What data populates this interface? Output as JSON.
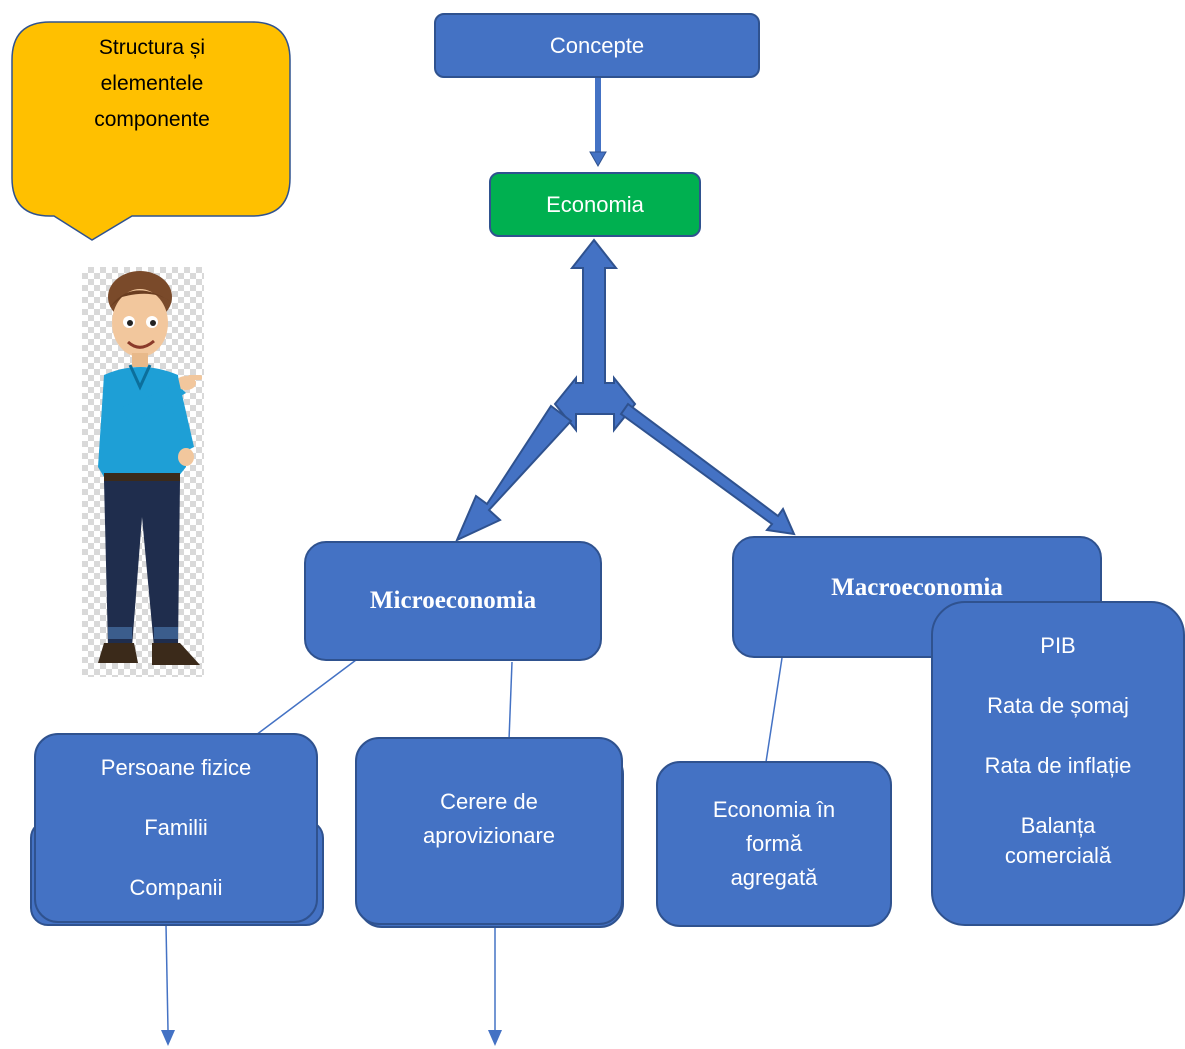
{
  "callout": {
    "lines": [
      "Structura și",
      "elementele",
      "componente"
    ]
  },
  "nodes": {
    "concepte": "Concepte",
    "economia": "Economia",
    "microeconomia": "Microeconomia",
    "macroeconomia": "Macroeconomia",
    "micro_actors": [
      "Persoane fizice",
      "Familii",
      "Companii"
    ],
    "cerere": [
      "Cerere de",
      "aprovizionare"
    ],
    "agregata": [
      "Economia în",
      "formă",
      "agregată"
    ],
    "indicators": [
      "PIB",
      "Rata de șomaj",
      "Rata de inflație",
      "Balanța",
      "comercială"
    ]
  },
  "illustration": {
    "subject": "cartoon-man-pointing"
  },
  "colors": {
    "box_fill": "#4472c4",
    "box_border": "#2f528f",
    "economia_fill": "#00b050",
    "callout_fill": "#ffc000"
  }
}
